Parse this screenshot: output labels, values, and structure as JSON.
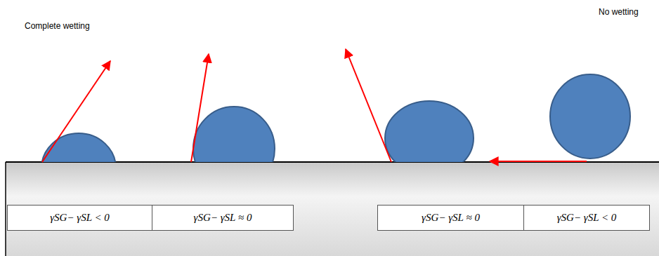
{
  "diagram": {
    "nodes": [
      {
        "text": [
          "γSG− γSL < 0"
        ]
      },
      {
        "text": [
          "γSG− γSL ≈ 0"
        ]
      },
      {
        "text": [
          "γSG− γSL ≈ 0"
        ]
      },
      {
        "text": [
          "γSG− γSL < 0"
        ]
      }
    ],
    "labels": [
      "Complete wetting",
      "No wetting"
    ]
  }
}
